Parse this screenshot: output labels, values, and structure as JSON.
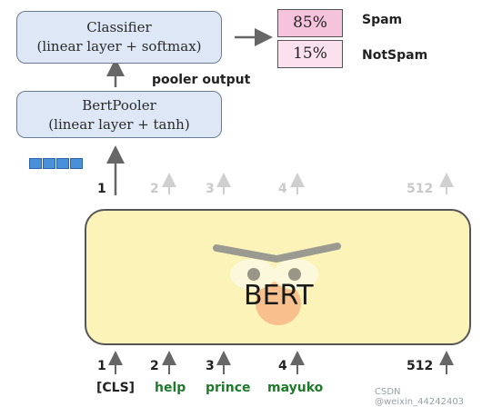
{
  "classifier": {
    "line1": "Classifier",
    "line2": "(linear layer + softmax)"
  },
  "pooler": {
    "line1": "BertPooler",
    "line2": "(linear layer + tanh)"
  },
  "pooler_output_label": "pooler output",
  "predictions": [
    {
      "value": "85%",
      "label": "Spam",
      "fill": "#f6c3dd"
    },
    {
      "value": "15%",
      "label": "NotSpam",
      "fill": "#fbe1ee"
    }
  ],
  "bert_label": "BERT",
  "output_positions": [
    "1",
    "2",
    "3",
    "4",
    "512"
  ],
  "input_positions": [
    "1",
    "2",
    "3",
    "4",
    "512"
  ],
  "tokens": [
    {
      "text": "[CLS]",
      "color": "#222222"
    },
    {
      "text": "help",
      "color": "#1f7a2a"
    },
    {
      "text": "prince",
      "color": "#1f7a2a"
    },
    {
      "text": "mayuko",
      "color": "#1f7a2a"
    }
  ],
  "colors": {
    "embedding": "#4a90d9",
    "box_fill": "#dde7f6",
    "bert_fill": "#fbf3b8"
  },
  "watermark": "CSDN @weixin_44242403"
}
